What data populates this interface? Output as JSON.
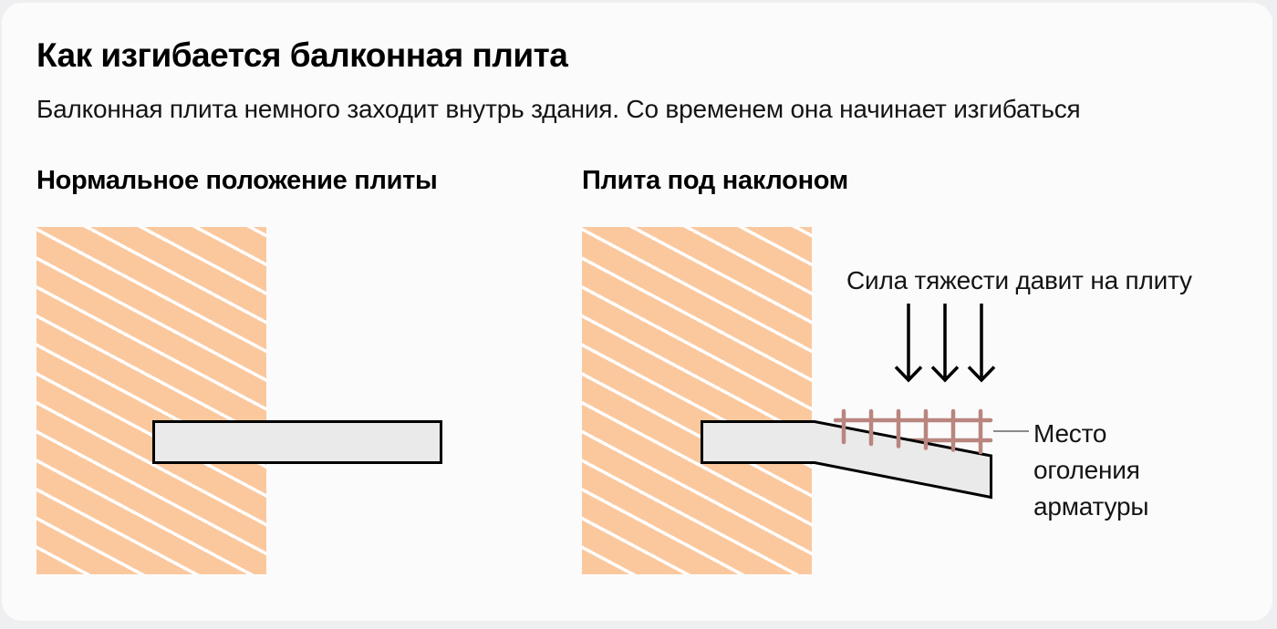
{
  "card": {
    "title": "Как изгибается балконная плита",
    "subtitle": "Балконная плита немного заходит внутрь здания. Со временем она начинает изгибаться"
  },
  "panels": {
    "left": {
      "label": "Нормальное положение плиты"
    },
    "right": {
      "label": "Плита под наклоном",
      "gravity_caption": "Сила тяжести давит на плиту",
      "callout": {
        "lines": [
          "Место",
          "оголения",
          "арматуры"
        ]
      }
    }
  },
  "colors": {
    "wall": "#FBC89E",
    "hatch_line": "#FFFFFF",
    "slab_fill": "#EAEAEA",
    "slab_border": "#000000",
    "rebar": "#B9867F",
    "callout_line": "#8A8A8A",
    "arrow": "#000000"
  }
}
